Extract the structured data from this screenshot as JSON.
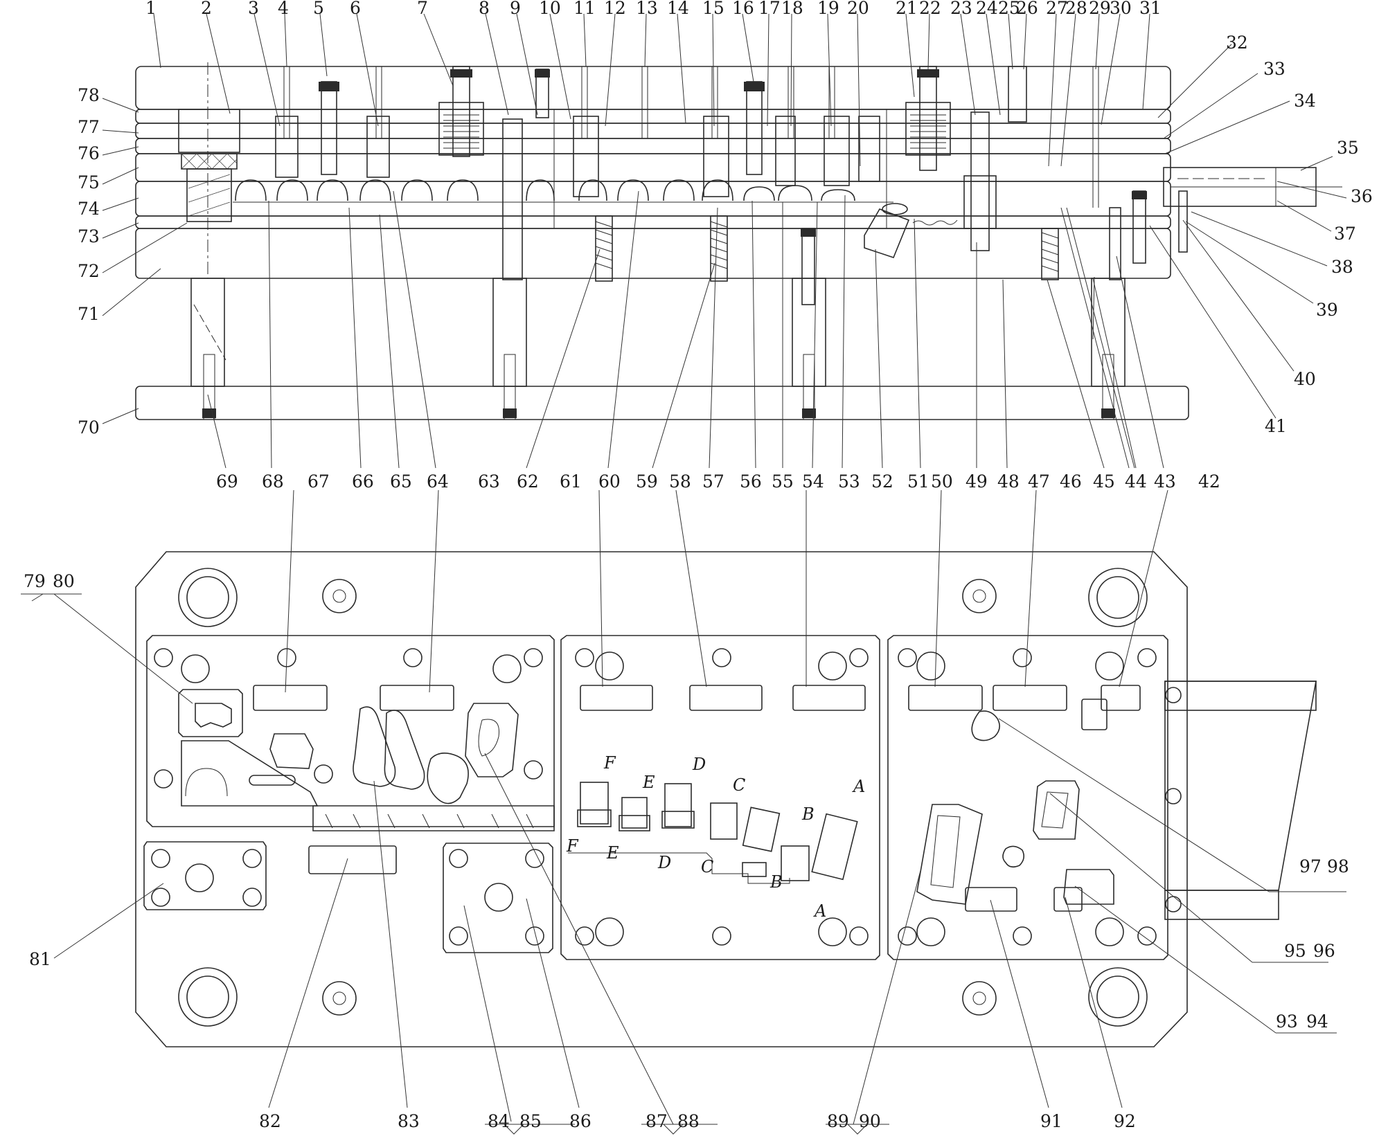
{
  "drawing": {
    "top_view_labels": [
      "1",
      "2",
      "3",
      "4",
      "5",
      "6",
      "7",
      "8",
      "9",
      "10",
      "11",
      "12",
      "13",
      "14",
      "15",
      "16",
      "17",
      "18",
      "19",
      "20",
      "21",
      "22",
      "23",
      "24",
      "25",
      "26",
      "27",
      "28",
      "29",
      "30",
      "31"
    ],
    "left_labels": [
      "78",
      "77",
      "76",
      "75",
      "74",
      "73",
      "72",
      "71",
      "70"
    ],
    "right_labels": [
      "32",
      "33",
      "34",
      "35",
      "36",
      "37",
      "38",
      "39",
      "40",
      "41"
    ],
    "bottom_row_labels": [
      "69",
      "68",
      "67",
      "66",
      "65",
      "64",
      "63",
      "62",
      "61",
      "60",
      "59",
      "58",
      "57",
      "56",
      "55",
      "54",
      "53",
      "52",
      "51",
      "50",
      "49",
      "48",
      "47",
      "46",
      "45",
      "44",
      "43",
      "42"
    ],
    "plan_labels_left": [
      "79",
      "80",
      "81"
    ],
    "plan_labels_right": [
      "97",
      "98",
      "95",
      "96",
      "93",
      "94"
    ],
    "plan_labels_bottom": [
      "82",
      "83",
      "84",
      "85",
      "86",
      "87",
      "88",
      "89",
      "90",
      "91",
      "92"
    ],
    "section_markers": [
      "A",
      "B",
      "C",
      "D",
      "E",
      "F"
    ]
  }
}
